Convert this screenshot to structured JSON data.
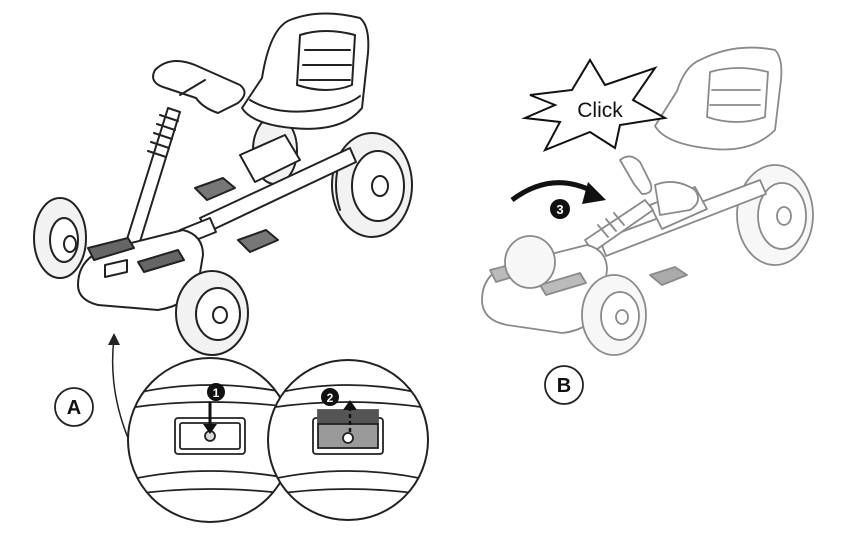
{
  "panel_a": {
    "label": "A",
    "steps": [
      {
        "number": "1"
      },
      {
        "number": "2"
      }
    ]
  },
  "panel_b": {
    "label": "B",
    "click_text": "Click",
    "step_number": "3"
  },
  "colors": {
    "line": "#222222",
    "wheel_fill": "#f2f2f2",
    "step_circle": "#111111",
    "button_pressed": "#555555",
    "button_released": "#d9d9d9"
  }
}
